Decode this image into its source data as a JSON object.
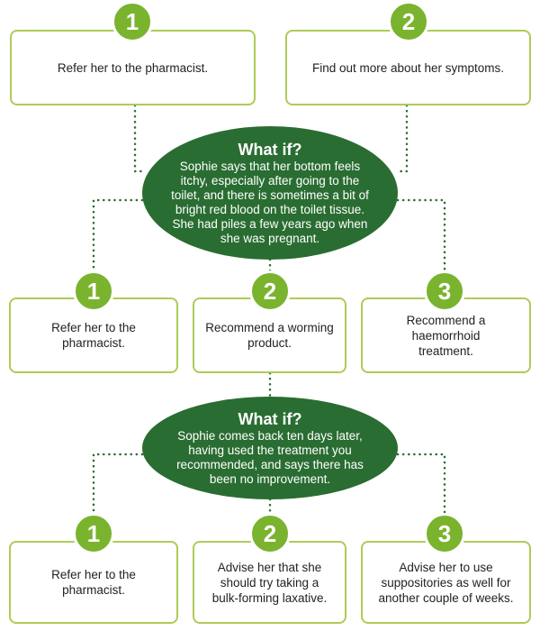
{
  "colors": {
    "accent_green": "#7ab32e",
    "box_border": "#aecb58",
    "ellipse_fill": "#2a6d32",
    "dots": "#2a6d32"
  },
  "stage1": {
    "options": [
      {
        "number": "1",
        "text": "Refer her to the pharmacist."
      },
      {
        "number": "2",
        "text": "Find out more about her symptoms."
      }
    ]
  },
  "whatif1": {
    "title": "What if?",
    "body": "Sophie says that her bottom feels\nitchy, especially after going to the\ntoilet, and there is sometimes a bit of\nbright red blood on the toilet tissue.\nShe had piles a few years ago when\nshe was pregnant."
  },
  "stage2": {
    "options": [
      {
        "number": "1",
        "text": "Refer her to the\npharmacist."
      },
      {
        "number": "2",
        "text": "Recommend a worming\nproduct."
      },
      {
        "number": "3",
        "text": "Recommend a haemorrhoid\ntreatment."
      }
    ]
  },
  "whatif2": {
    "title": "What if?",
    "body": "Sophie comes back ten days later,\nhaving used the treatment you\nrecommended, and says there has\nbeen no improvement."
  },
  "stage3": {
    "options": [
      {
        "number": "1",
        "text": "Refer her to the\npharmacist."
      },
      {
        "number": "2",
        "text": "Advise her that she\nshould try taking a\nbulk-forming laxative."
      },
      {
        "number": "3",
        "text": "Advise her to use\nsuppositories as well for\nanother couple of weeks."
      }
    ]
  }
}
